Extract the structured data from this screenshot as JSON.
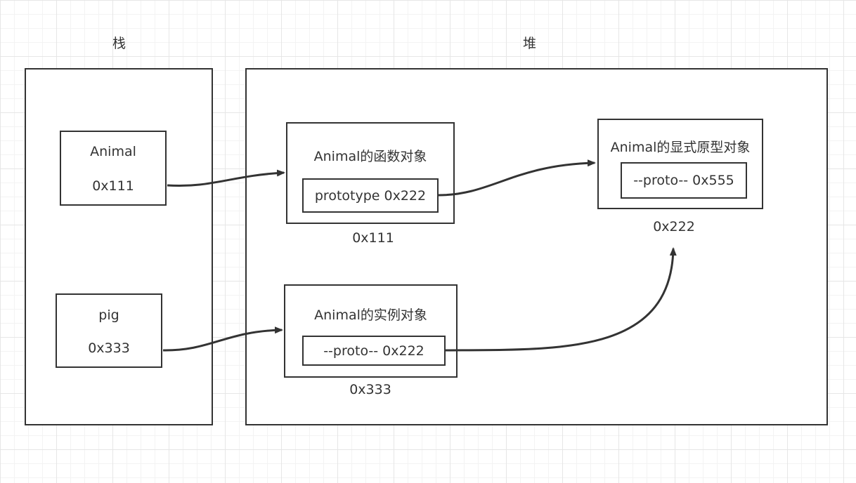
{
  "stack": {
    "label": "栈",
    "animal_var": {
      "name": "Animal",
      "address": "0x111"
    },
    "pig_var": {
      "name": "pig",
      "address": "0x333"
    }
  },
  "heap": {
    "label": "堆",
    "function_object": {
      "title": "Animal的函数对象",
      "field": "prototype 0x222",
      "address": "0x111"
    },
    "prototype_object": {
      "title": "Animal的显式原型对象",
      "field": "--proto-- 0x555",
      "address": "0x222"
    },
    "instance_object": {
      "title": "Animal的实例对象",
      "field": "--proto-- 0x222",
      "address": "0x333"
    }
  },
  "colors": {
    "stroke": "#333333",
    "grid": "#e6e6e6",
    "background": "#ffffff"
  }
}
